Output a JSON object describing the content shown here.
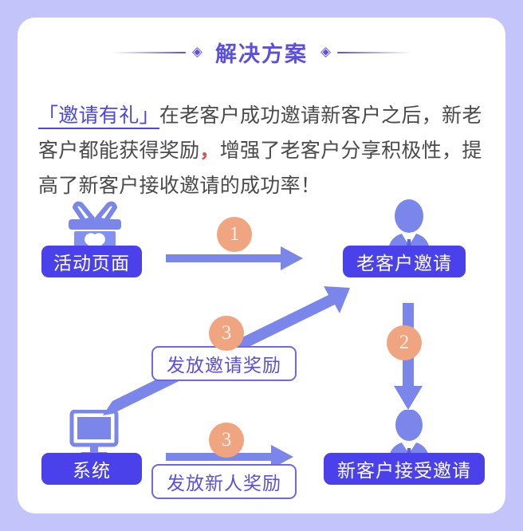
{
  "card": {
    "background_color": "#ffffff",
    "page_background_color": "#c3c5fa"
  },
  "header": {
    "title": "解决方案",
    "ornament_left": "◈",
    "ornament_right": "◈",
    "title_color": "#5a4fe0"
  },
  "paragraph": {
    "highlight": "「邀请有礼」",
    "rest_1": "在老客户成功邀请新客户之后，新老客户都能获得奖励",
    "marker": "，",
    "rest_2": "增强了老客户分享积极性，提高了新客户接收邀请的成功率！",
    "text_color": "#4a4a4a",
    "highlight_color": "#4a46e8"
  },
  "diagram": {
    "accent_blue": "#4b41ea",
    "arrow_blue": "#7b86ea",
    "badge_orange": "#f0a581",
    "icon_blue": "#7b86ea",
    "nodes": [
      {
        "id": "activity-page",
        "label": "活动页面",
        "style": "filled"
      },
      {
        "id": "old-customer-invite",
        "label": "老客户邀请",
        "style": "filled"
      },
      {
        "id": "system",
        "label": "系统",
        "style": "filled"
      },
      {
        "id": "new-customer-accept",
        "label": "新客户接受邀请",
        "style": "filled"
      },
      {
        "id": "grant-invite-reward",
        "label": "发放邀请奖励",
        "style": "outlined"
      },
      {
        "id": "grant-newcomer-reward",
        "label": "发放新人奖励",
        "style": "outlined"
      }
    ],
    "steps": [
      {
        "id": "step-1",
        "number": "1"
      },
      {
        "id": "step-2",
        "number": "2"
      },
      {
        "id": "step-3-invite",
        "number": "3"
      },
      {
        "id": "step-3-newcomer",
        "number": "3"
      }
    ],
    "icons": [
      {
        "id": "gift-box-icon",
        "name": "gift-box-icon"
      },
      {
        "id": "old-customer-person-icon",
        "name": "person-icon"
      },
      {
        "id": "monitor-icon",
        "name": "monitor-icon"
      },
      {
        "id": "new-customer-person-icon",
        "name": "person-icon"
      }
    ]
  }
}
